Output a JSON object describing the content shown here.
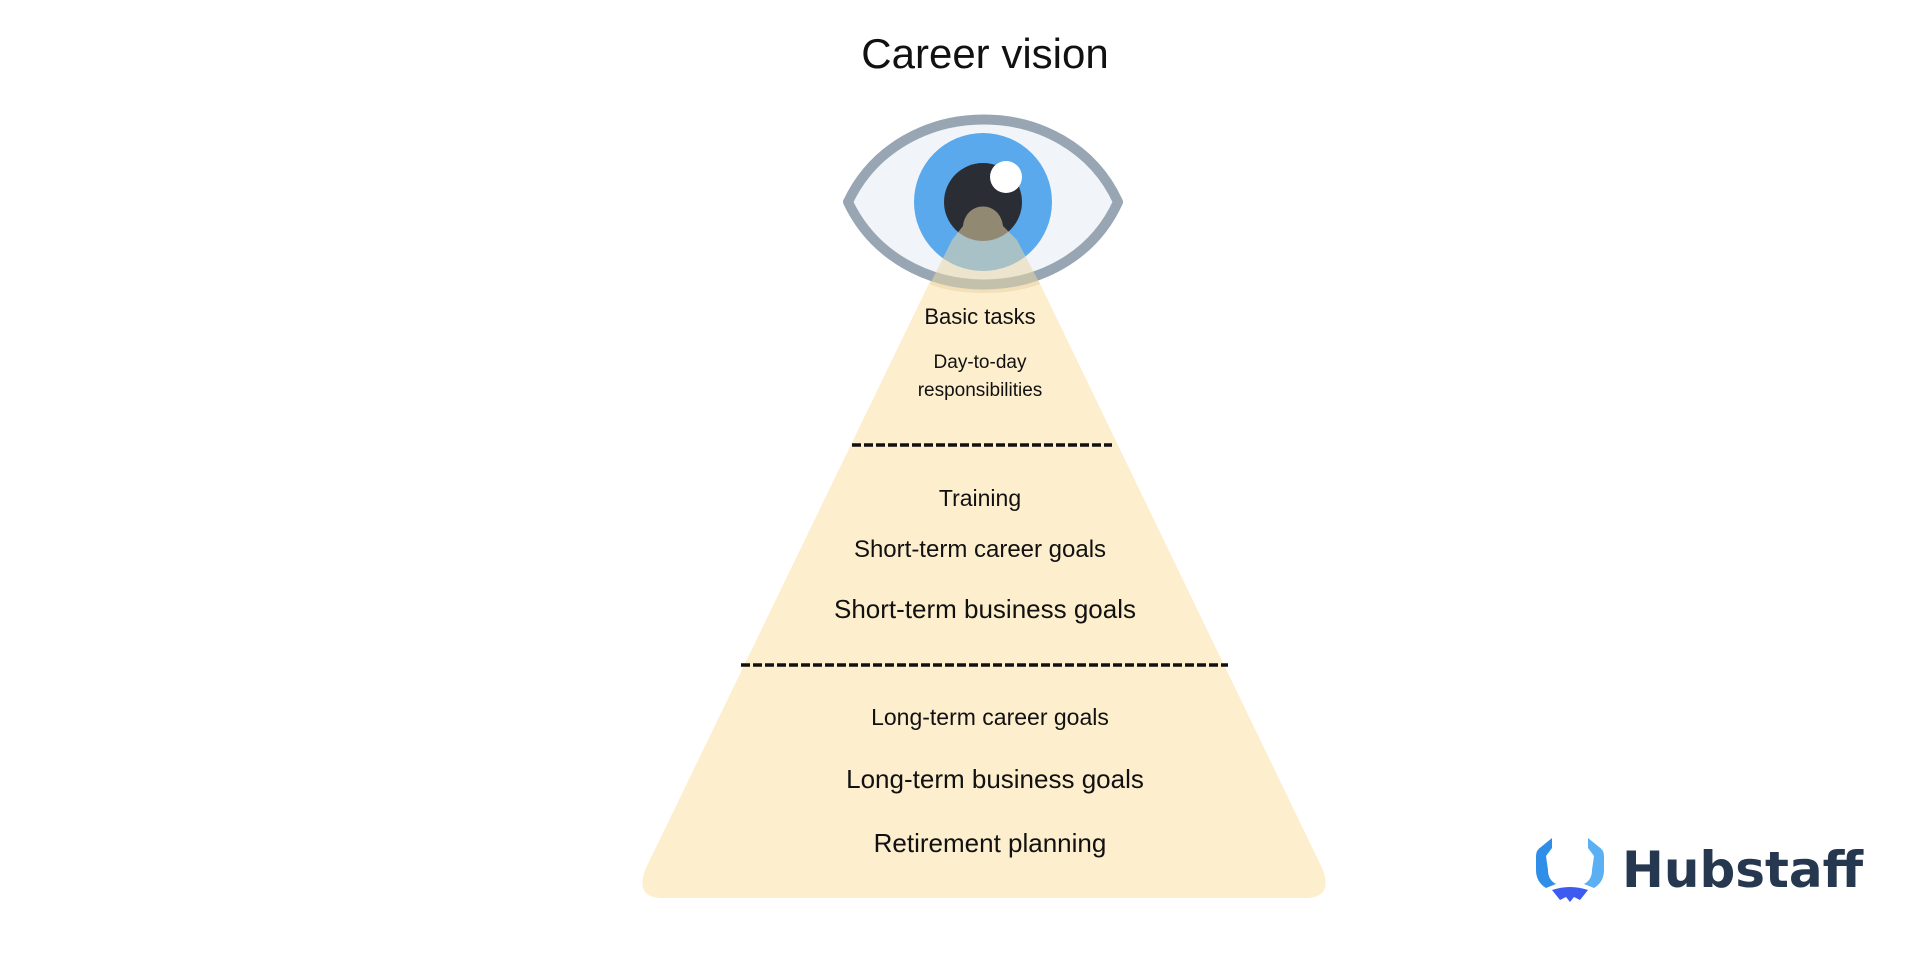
{
  "title": "Career vision",
  "levels": {
    "top": {
      "items": [
        "Basic tasks",
        "Day-to-day responsibilities"
      ]
    },
    "middle": {
      "items": [
        "Training",
        "Short-term career goals",
        "Short-term business goals"
      ]
    },
    "bottom": {
      "items": [
        "Long-term career goals",
        "Long-term business goals",
        "Retirement planning"
      ]
    }
  },
  "brand": {
    "name": "Hubstaff"
  },
  "colors": {
    "pyramid_fill": "#fdeecd",
    "eye_outline": "#97a6b2",
    "eye_white": "#f1f5f9",
    "iris": "#59a9ec",
    "pupil": "#2a2e34",
    "highlight": "#ffffff",
    "brand_text": "#25384f",
    "brand_blue_light": "#4aa3ef",
    "brand_blue_dark": "#3d5af1"
  },
  "icons": {
    "eye": "eye-icon",
    "logo": "hubstaff-logo-icon"
  }
}
